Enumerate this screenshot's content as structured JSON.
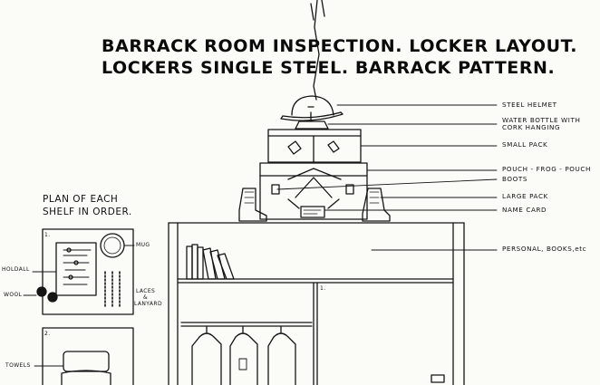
{
  "title": {
    "line1": "BARRACK ROOM INSPECTION.  LOCKER LAYOUT.",
    "line2": "LOCKERS SINGLE STEEL.  BARRACK PATTERN."
  },
  "callouts": {
    "steel_helmet": "STEEL   HELMET",
    "water_bottle_1": "WATER  BOTTLE  WITH",
    "water_bottle_2": "CORK  HANGING",
    "small_pack": "SMALL  PACK",
    "pouch_frog": "POUCH  -  FROG  -  POUCH",
    "boots": "BOOTS",
    "large_pack": "LARGE  PACK",
    "name_card": "NAME  CARD",
    "personal": "PERSONAL,  BOOKS,etc"
  },
  "shelf_plan": {
    "heading_1": "PLAN  OF  EACH",
    "heading_2": "SHELF  IN  ORDER.",
    "mug": "MUG",
    "holdall": "HOLDALL",
    "wool": "WOOL",
    "laces_1": "LACES",
    "laces_2": "&",
    "laces_3": "LANYARD",
    "towels": "TOWELS",
    "panel_1": "1.",
    "panel_2": "2."
  },
  "locker_marks": {
    "compartment_1": "1."
  }
}
